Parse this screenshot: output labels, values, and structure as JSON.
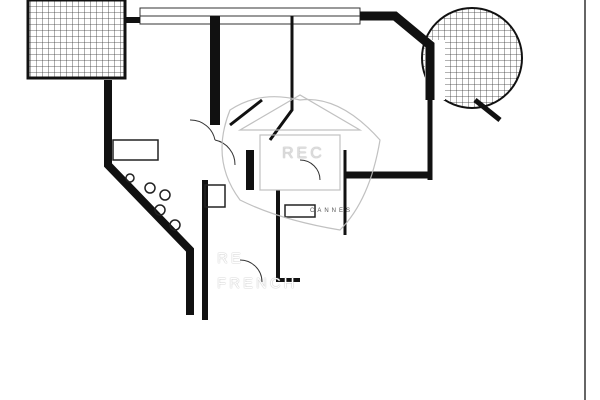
{
  "plan": {
    "type": "apartment floor plan"
  },
  "watermark": {
    "logo_text": "REC",
    "city": "CANNES",
    "brand_line1": "RE",
    "brand_line2": "FRENCH"
  },
  "colors": {
    "wall": "#111111",
    "line": "#333333",
    "watermark": "#bbbbbb"
  }
}
